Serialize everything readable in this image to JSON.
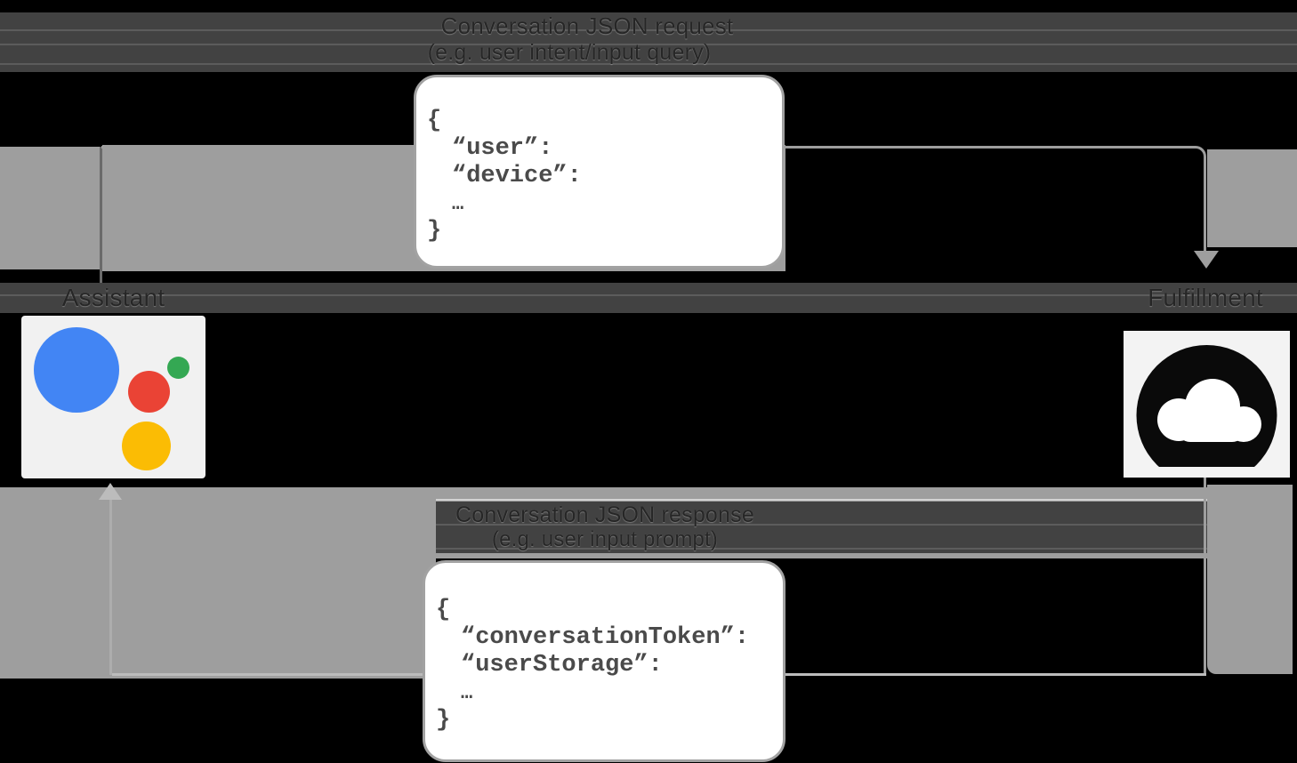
{
  "diagram": {
    "request_flow": {
      "title": "Conversation JSON request",
      "subtitle": "(e.g. user intent/input query)"
    },
    "response_flow": {
      "title": "Conversation JSON response",
      "subtitle": "(e.g. user input prompt)"
    },
    "assistant": {
      "label": "Assistant",
      "icon": "google-assistant-logo"
    },
    "fulfillment": {
      "label": "Fulfillment",
      "icon": "cloud-webhook"
    },
    "request_card": {
      "lines": [
        "{",
        "“user”:",
        "“device”:",
        "…",
        "}"
      ]
    },
    "response_card": {
      "lines": [
        "{",
        "“conversationToken”:",
        "“userStorage”:",
        "…",
        "}"
      ]
    },
    "colors": {
      "background": "#000000",
      "arrow_gray": "#9e9e9e",
      "band_dark": "#424242",
      "card_white": "#ffffff",
      "card_border": "#a2a2a2",
      "code_text": "#4a4a4a",
      "assistant_blue": "#4285f4",
      "assistant_red": "#ea4335",
      "assistant_green": "#34a853",
      "assistant_yellow": "#fbbc04",
      "cloud_black": "#0a0a0a"
    }
  }
}
